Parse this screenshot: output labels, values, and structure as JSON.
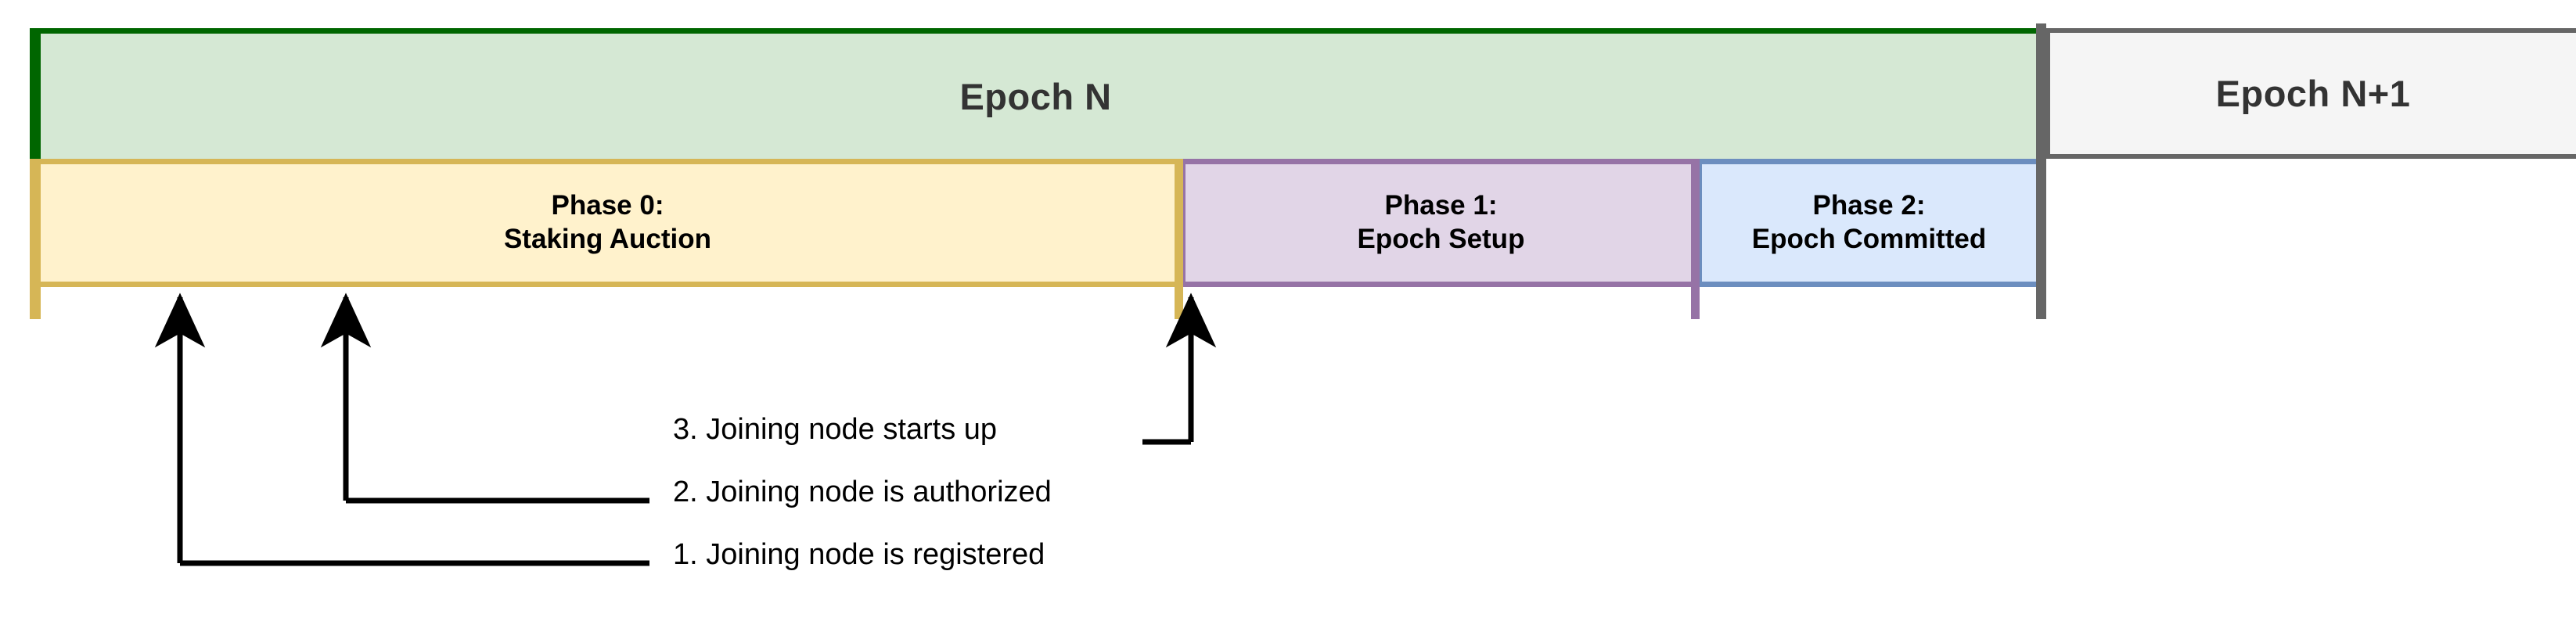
{
  "diagram": {
    "title": "Epoch phases and joining node timeline",
    "colors": {
      "epoch_n_fill": "#d5e8d4",
      "epoch_n_border": "#006600",
      "epoch_n1_fill": "#f5f5f5",
      "epoch_n1_border": "#666666",
      "phase0_fill": "#fff2cc",
      "phase0_border": "#d6b656",
      "phase1_fill": "#e1d5e7",
      "phase1_border": "#9673a6",
      "phase2_fill": "#dae8fc",
      "phase2_border": "#6c8ebf",
      "callout_line": "#000000",
      "heading_text": "#333333",
      "phase_text": "#000000"
    }
  },
  "epochs": [
    {
      "name": "epoch-n",
      "label": "Epoch N"
    },
    {
      "name": "epoch-n-plus-1",
      "label": "Epoch N+1"
    }
  ],
  "phases": [
    {
      "name": "phase-0",
      "title": "Phase 0:",
      "subtitle": "Staking Auction"
    },
    {
      "name": "phase-1",
      "title": "Phase 1:",
      "subtitle": "Epoch Setup"
    },
    {
      "name": "phase-2",
      "title": "Phase 2:",
      "subtitle": "Epoch Committed"
    }
  ],
  "callouts": [
    {
      "name": "callout-1",
      "number": "1.",
      "text": "1. Joining node is registered"
    },
    {
      "name": "callout-2",
      "number": "2.",
      "text": "2. Joining node is authorized"
    },
    {
      "name": "callout-3",
      "number": "3.",
      "text": "3. Joining node starts up"
    }
  ]
}
